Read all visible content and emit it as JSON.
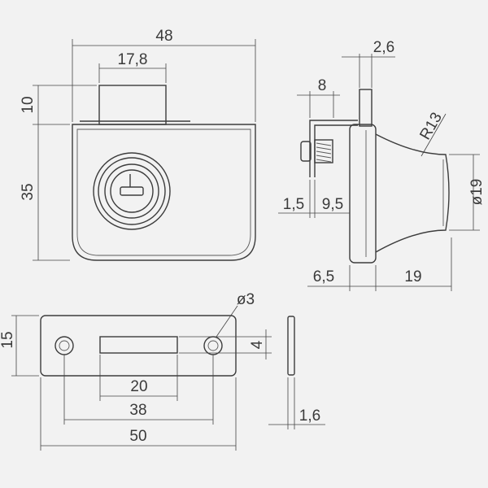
{
  "colors": {
    "background": "#f2f2f2",
    "line": "#3c3c3c"
  },
  "dimensions": {
    "width_48": "48",
    "slot_17_8": "17,8",
    "height_10": "10",
    "height_35": "35",
    "depth_8": "8",
    "thickness_2_6": "2,6",
    "radius_r13": "R13",
    "diameter_19": "ø19",
    "offset_1_5": "1,5",
    "offset_9_5": "9,5",
    "offset_6_5": "6,5",
    "length_19": "19",
    "hole_d3": "ø3",
    "height_15": "15",
    "slot_4": "4",
    "slot_20": "20",
    "spacing_38": "38",
    "width_50": "50",
    "thickness_1_6": "1,6"
  }
}
